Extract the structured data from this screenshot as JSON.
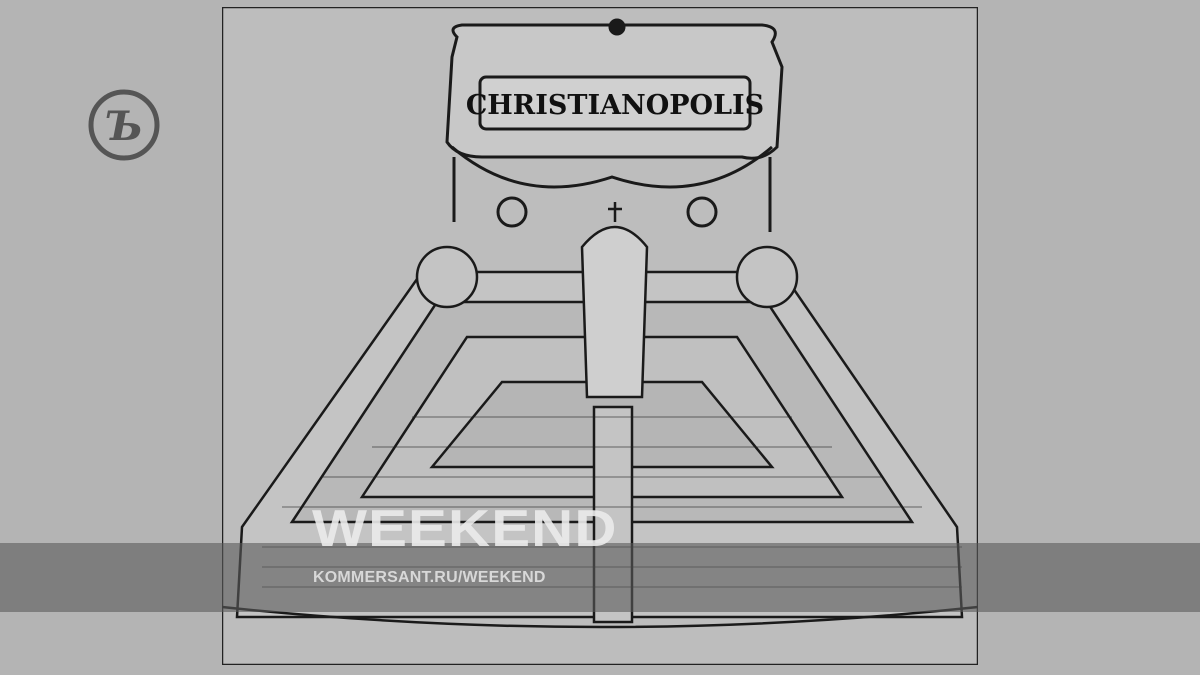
{
  "brand": {
    "logo_letter": "Ъ"
  },
  "artwork": {
    "cartouche_title": "CHRISTIANOPOLIS"
  },
  "overlay": {
    "title": "WEEKEND",
    "url": "KOMMERSANT.RU/WEEKEND"
  },
  "colors": {
    "background": "#b4b4b4",
    "band": "#6e6e6e",
    "ink": "#1a1a1a"
  }
}
